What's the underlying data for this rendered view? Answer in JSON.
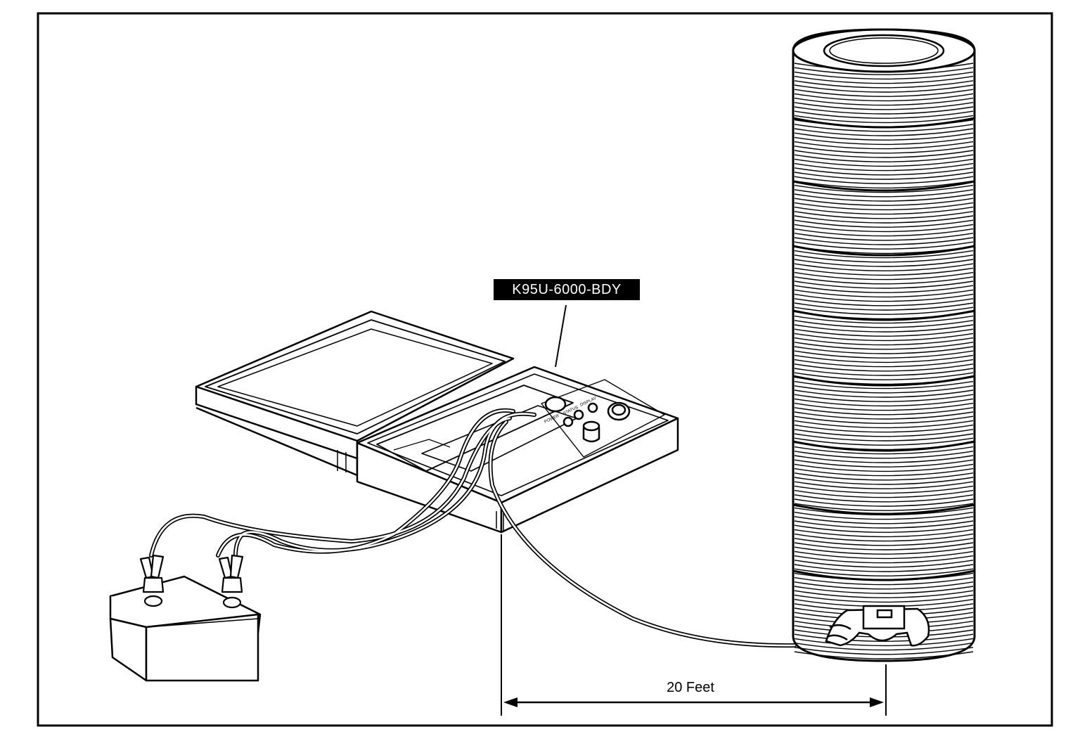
{
  "diagram": {
    "tool_label": "K95U-6000-BDY",
    "distance_label": "20 Feet",
    "panel_text": {
      "power": "POWER",
      "status": "STATUS",
      "display": "DISPLAY"
    },
    "colors": {
      "ink": "#000000",
      "paper": "#ffffff"
    }
  }
}
